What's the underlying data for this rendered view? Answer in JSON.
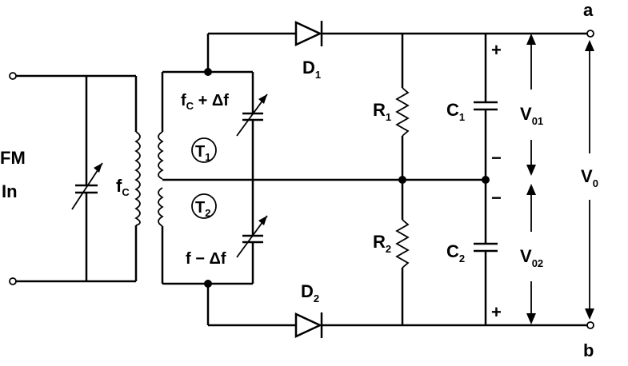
{
  "input": {
    "line1": "FM",
    "line2": "In"
  },
  "primary_label": {
    "main": "f",
    "sub": "C"
  },
  "upper_tank_label": {
    "f": "f",
    "sub": "C",
    "rest": " + Δf"
  },
  "lower_tank_label": "f − Δf",
  "transformer_labels": {
    "t1": "T",
    "t1_sub": "1",
    "t2": "T",
    "t2_sub": "2"
  },
  "diodes": {
    "d1": "D",
    "d1_sub": "1",
    "d2": "D",
    "d2_sub": "2"
  },
  "resistors": {
    "r1": "R",
    "r1_sub": "1",
    "r2": "R",
    "r2_sub": "2"
  },
  "capacitors": {
    "c1": "C",
    "c1_sub": "1",
    "c2": "C",
    "c2_sub": "2"
  },
  "voltages": {
    "v01": "V",
    "v01_sub": "01",
    "v02": "V",
    "v02_sub": "02",
    "v0": "V",
    "v0_sub": "0"
  },
  "polarity": {
    "c1_top": "+",
    "c1_bottom": "−",
    "c2_top": "−",
    "c2_bottom": "+"
  },
  "terminals": {
    "a": "a",
    "b": "b"
  }
}
